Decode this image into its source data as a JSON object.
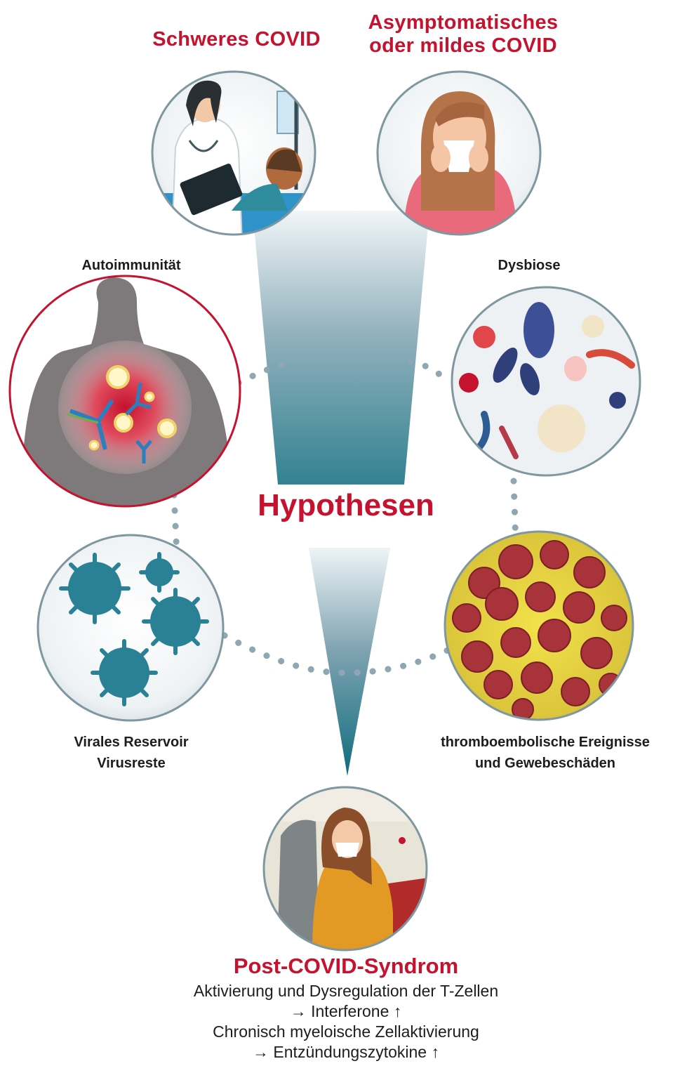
{
  "inputs": {
    "severe": "Schweres COVID",
    "mild_line1": "Asymptomatisches",
    "mild_line2": "oder mildes COVID"
  },
  "center_label": "Hypothesen",
  "hypotheses": {
    "autoimmunity": "Autoimmunität",
    "dysbiosis": "Dysbiose",
    "viral_reservoir_line1": "Virales Reservoir",
    "viral_reservoir_line2": "Virusreste",
    "thrombo_line1": "thromboembolische Ereignisse",
    "thrombo_line2": "und Gewebeschäden"
  },
  "outcome": {
    "title": "Post-COVID-Syndrom",
    "line1": "Aktivierung und Dysregulation der T-Zellen",
    "line2": "→ Interferone",
    "line3": "Chronisch myeloische Zellaktivierung",
    "line4": "→ Entzündungszytokine",
    "increase_symbol": "↑"
  },
  "colors": {
    "accent_red": "#c4122f",
    "funnel_top": "#cfdfe6",
    "funnel_bottom": "#0f6c7e",
    "dots": "#8fa7b2",
    "virus": "#2a8196"
  }
}
